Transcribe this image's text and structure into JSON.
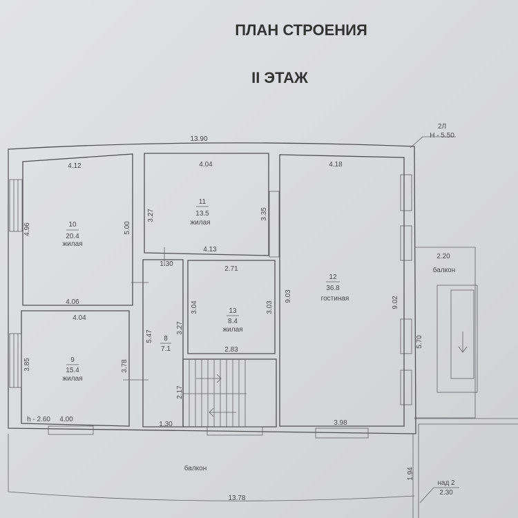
{
  "title": "ПЛАН СТРОЕНИЯ",
  "subtitle": "II ЭТАЖ",
  "marker": {
    "code": "2Л",
    "height": "Н - 5.50"
  },
  "overall_dims": {
    "top": "13.90",
    "bottom": "13.78"
  },
  "rooms": [
    {
      "number": "10",
      "area": "20.4",
      "type": "жилая",
      "dims": [
        "4.12",
        "4.96",
        "5.00",
        "4.06"
      ]
    },
    {
      "number": "11",
      "area": "13.5",
      "type": "жилая",
      "dims": [
        "4.04",
        "3.27",
        "3.35",
        "4.13"
      ]
    },
    {
      "number": "12",
      "area": "36.8",
      "type": "гостиная",
      "dims": [
        "4.18",
        "9.03",
        "9.02",
        "3.98",
        "5.70"
      ]
    },
    {
      "number": "13",
      "area": "8.4",
      "type": "жилая",
      "dims": [
        "2.71",
        "3.04",
        "3.03",
        "2.83"
      ]
    },
    {
      "number": "9",
      "area": "15.4",
      "type": "жилая",
      "dims": [
        "4.04",
        "3.85",
        "3.78",
        "4.00"
      ]
    },
    {
      "number": "8",
      "area": "7.1",
      "type": "",
      "dims": [
        "5.47",
        "3.27",
        "1.30",
        "1.30",
        "2.17"
      ]
    }
  ],
  "ceiling_height": "h - 2.60",
  "balcony_right": {
    "width": "2.20",
    "label": "балкон"
  },
  "balcony_bottom": {
    "label": "балкон",
    "dim": "1.94"
  },
  "annex": {
    "label": "над 2",
    "dim": "2.30"
  }
}
